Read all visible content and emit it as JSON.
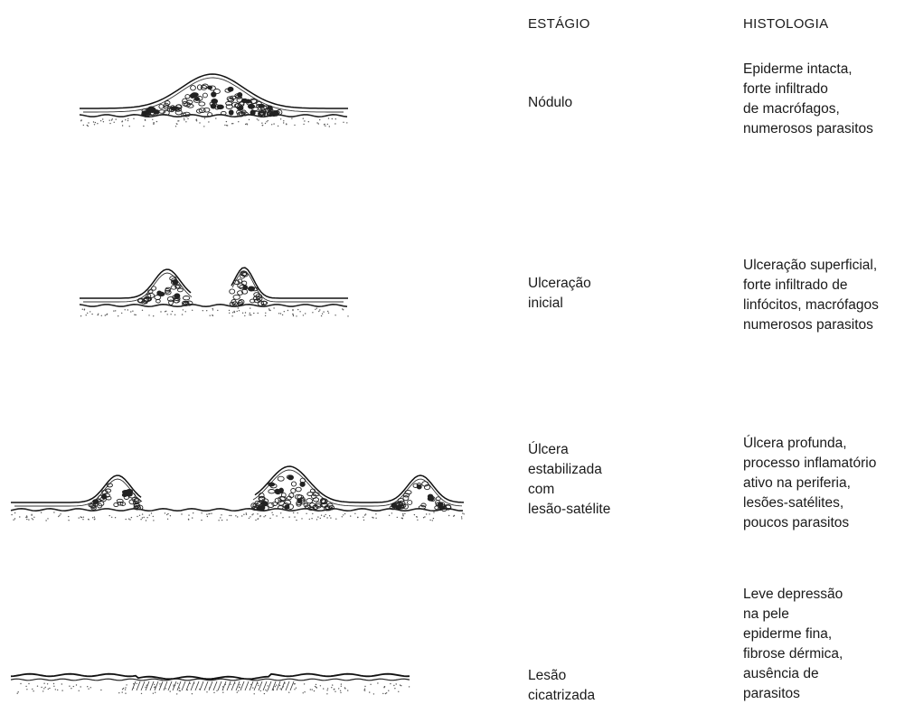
{
  "headers": {
    "stage": "ESTÁGIO",
    "histology": "HISTOLOGIA"
  },
  "rows": [
    {
      "stage_lines": [
        "Nódulo"
      ],
      "histology_lines": [
        "Epiderme intacta,",
        "forte infiltrado",
        "de macrófagos,",
        "numerosos parasitos"
      ]
    },
    {
      "stage_lines": [
        "Ulceração",
        "inicial"
      ],
      "histology_lines": [
        "Ulceração superficial,",
        "forte infiltrado de",
        "linfócitos, macrófagos",
        "numerosos parasitos"
      ]
    },
    {
      "stage_lines": [
        "Úlcera",
        "estabilizada",
        "com",
        "lesão-satélite"
      ],
      "histology_lines": [
        "Úlcera profunda,",
        "processo inflamatório",
        "ativo na periferia,",
        "lesões-satélites,",
        "poucos parasitos"
      ]
    },
    {
      "stage_lines": [
        "Lesão",
        "cicatrizada"
      ],
      "histology_lines": [
        "Leve depressão",
        "na pele",
        "epiderme fina,",
        "fibrose dérmica,",
        "ausência de",
        "parasitos"
      ]
    }
  ],
  "illustrations": [
    "nodule-drawing",
    "early-ulcer-drawing",
    "stabilized-ulcer-drawing",
    "healed-lesion-drawing"
  ]
}
